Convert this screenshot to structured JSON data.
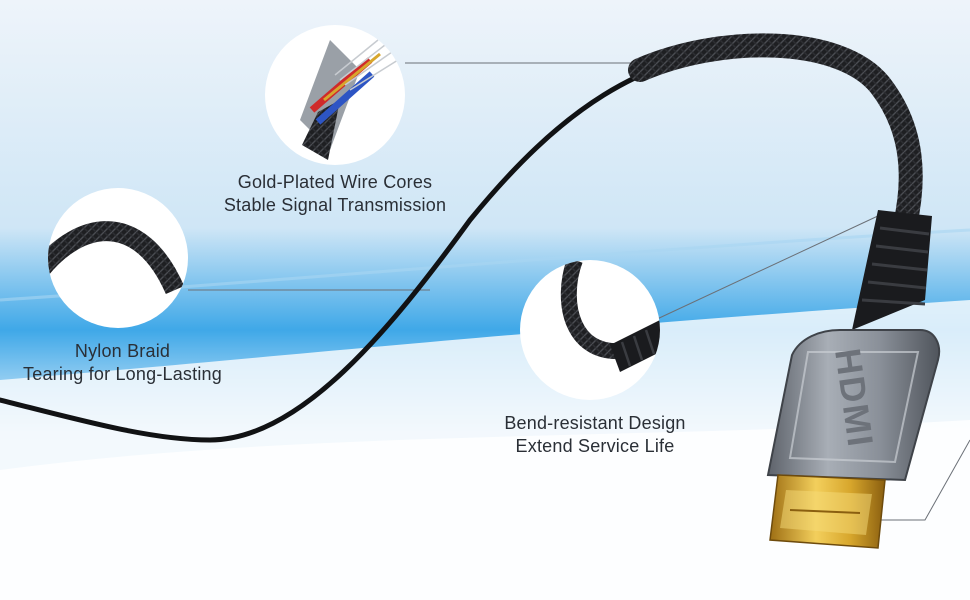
{
  "features": {
    "cores": {
      "line1": "Gold-Plated Wire Cores",
      "line2": "Stable Signal Transmission"
    },
    "nylon": {
      "line1": "Nylon Braid",
      "line2": "Tearing for Long-Lasting"
    },
    "bend": {
      "line1": "Bend-resistant Design",
      "line2": "Extend Service Life"
    }
  },
  "connector_logo": "HDMI",
  "colors": {
    "cable": "#1e1f22",
    "housing": "#8a9099",
    "gold": "#d7a62c",
    "background": "#cfe6f6"
  }
}
